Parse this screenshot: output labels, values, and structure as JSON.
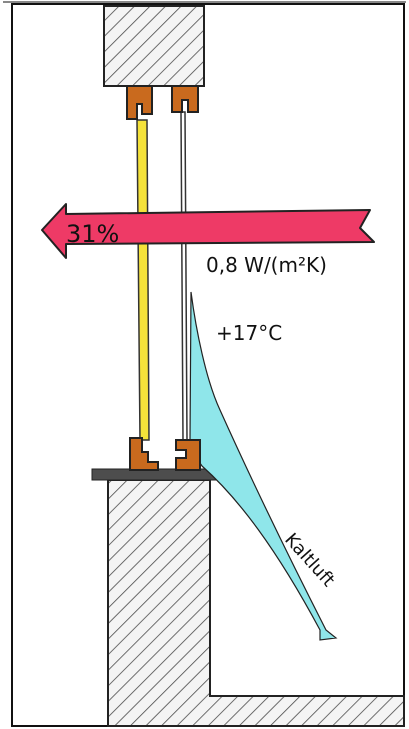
{
  "labels": {
    "loss_percent": "31%",
    "u_value": "0,8 W/(m²K)",
    "temperature": "+17°C",
    "cold_air": "Kaltluft"
  },
  "colors": {
    "hatch": "#4a4a4a",
    "wall_fill": "#f4f4f4",
    "frame": "#c96a1e",
    "glass_coating": "#f5e23a",
    "arrow": "#ee3a66",
    "cold_air": "#8fe6ea",
    "sill": "#4d4d4d",
    "border": "#111111"
  }
}
